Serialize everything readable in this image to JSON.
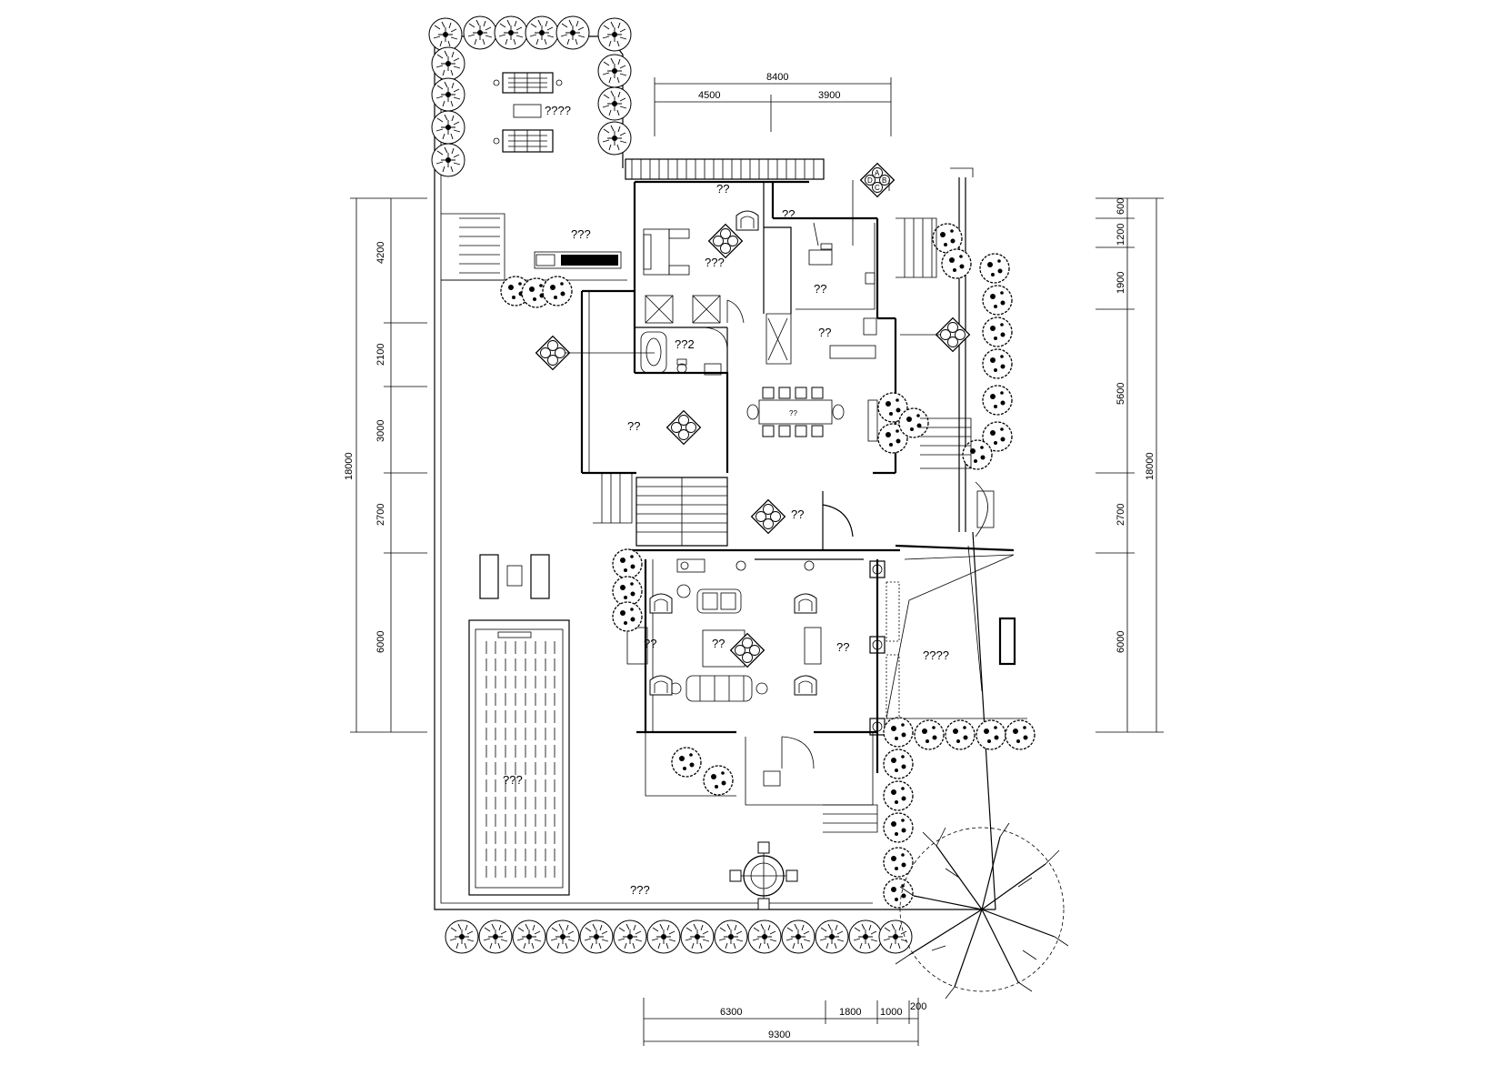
{
  "dimensions": {
    "top_total": "8400",
    "top_left": "4500",
    "top_right": "3900",
    "bottom_total": "9300",
    "bottom_a": "6300",
    "bottom_b": "1800",
    "bottom_c": "1000",
    "bottom_d": "200",
    "left_total": "18000",
    "left_1": "4200",
    "left_2": "2100",
    "left_3": "3000",
    "left_4": "2700",
    "left_5": "6000",
    "right_total": "18000",
    "right_1": "600",
    "right_2": "1200",
    "right_3": "1900",
    "right_4": "5600",
    "right_5": "2700",
    "right_6": "6000"
  },
  "rooms": {
    "garden_top": "????",
    "porch_top": "??",
    "bedroom": "???",
    "terrace_left": "???",
    "storage": "??",
    "kitchen": "??",
    "utility": "??",
    "bathroom": "??2",
    "study": "??",
    "dining": "??",
    "hall": "??",
    "tearoom": "??",
    "living": "??",
    "sunroom": "??",
    "courtyard_right": "????",
    "pool": "???",
    "lawn": "???"
  },
  "section_marker": {
    "a": "A",
    "b": "B",
    "c": "C",
    "d": "D"
  },
  "colors": {
    "line": "#000000",
    "background": "#ffffff"
  }
}
